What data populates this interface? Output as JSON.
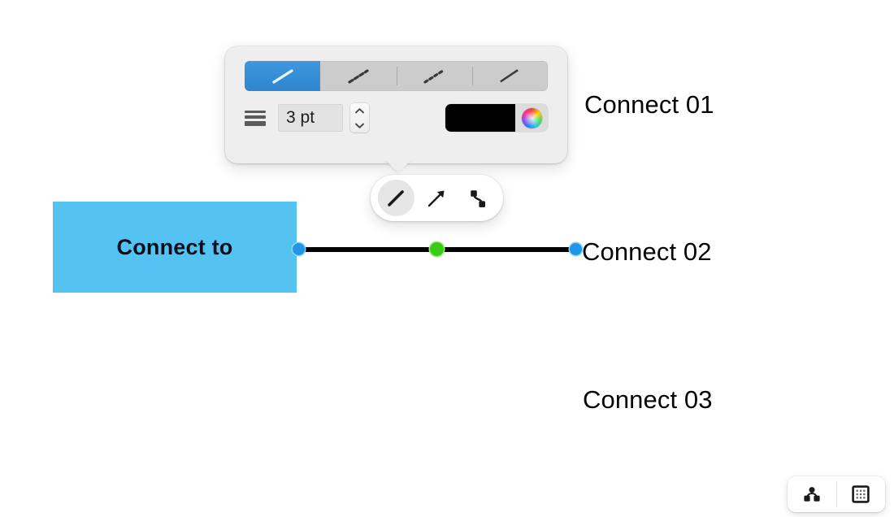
{
  "canvas": {
    "background_color": "#ffffff",
    "labels": [
      {
        "name": "connect-01",
        "text": "Connect 01"
      },
      {
        "name": "connect-02",
        "text": "Connect 02"
      },
      {
        "name": "connect-03",
        "text": "Connect 03"
      }
    ],
    "shape": {
      "text": "Connect to",
      "fill_color": "#55c3f2",
      "text_color": "#0a0f1e"
    },
    "connection_line": {
      "stroke_color": "#000000",
      "start_handle_color": "#2196e8",
      "mid_handle_color": "#3cc914",
      "end_handle_color": "#2196e8",
      "start_handle_name": "line-start-handle",
      "mid_handle_name": "line-midpoint-handle",
      "end_handle_name": "line-end-handle"
    }
  },
  "format_popover": {
    "line_style_segments": [
      {
        "name": "line-style-solid",
        "icon": "solid-line-icon",
        "selected": true
      },
      {
        "name": "line-style-dash-dot",
        "icon": "dash-dot-line-icon",
        "selected": false
      },
      {
        "name": "line-style-dotted",
        "icon": "dotted-line-icon",
        "selected": false
      },
      {
        "name": "line-style-tapered",
        "icon": "tapered-line-icon",
        "selected": false
      }
    ],
    "selected_style_color": "#3d98dd",
    "endpoint_style": {
      "name": "endpoint-style-button",
      "icon": "line-weight-icon"
    },
    "stroke_width": {
      "value": "3 pt",
      "placeholder": "3 pt"
    },
    "stepper": {
      "increment_icon": "chevron-up-icon",
      "decrement_icon": "chevron-down-icon"
    },
    "color": {
      "swatch_color": "#000000",
      "wheel_icon": "color-wheel-icon"
    }
  },
  "connector_toolbar": {
    "tools": [
      {
        "name": "tool-straight-line",
        "icon": "straight-line-icon",
        "selected": true
      },
      {
        "name": "tool-arrow-line",
        "icon": "arrow-line-icon",
        "selected": false
      },
      {
        "name": "tool-elbow-line",
        "icon": "elbow-connector-icon",
        "selected": false
      }
    ]
  },
  "view_toolbar": {
    "buttons": [
      {
        "name": "connections-view-button",
        "icon": "node-graph-icon"
      },
      {
        "name": "grid-view-button",
        "icon": "dot-grid-icon"
      }
    ]
  }
}
